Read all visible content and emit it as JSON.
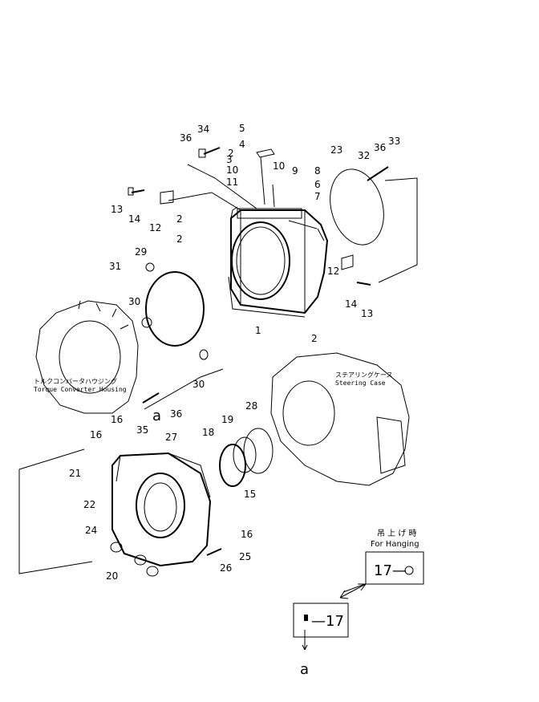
{
  "callouts": [
    "34",
    "36",
    "5",
    "4",
    "3",
    "10",
    "11",
    "2",
    "10",
    "9",
    "8",
    "6",
    "7",
    "23",
    "32",
    "36",
    "33",
    "13",
    "14",
    "12",
    "2",
    "2",
    "29",
    "31",
    "30",
    "12",
    "14",
    "13",
    "1",
    "2",
    "30",
    "36",
    "a",
    "16",
    "35",
    "16",
    "27",
    "19",
    "28",
    "18",
    "15",
    "21",
    "22",
    "24",
    "16",
    "20",
    "25",
    "26"
  ],
  "captions": {
    "torque_jp": "トルクコンバータハウジング",
    "torque_en": "Torque Converter Housing",
    "steering_jp": "ステアリングケース",
    "steering_en": "Steering Case",
    "hanging_jp": "吊 上 げ 時",
    "hanging_en": "For Hanging"
  },
  "boxes": {
    "hanging_part": "17—",
    "lower_part": "—17",
    "ref_letter": "a"
  }
}
